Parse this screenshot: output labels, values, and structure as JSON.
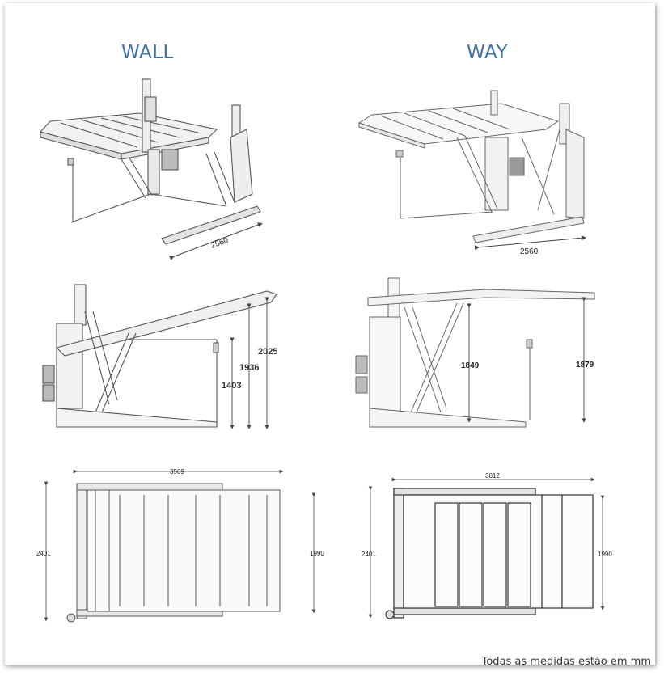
{
  "titles": {
    "wall": "WALL",
    "way": "WAY"
  },
  "wall": {
    "iso_width": "2560",
    "side_heights": [
      "2025",
      "1936",
      "1403"
    ],
    "top_length": "3569",
    "top_width": "2401",
    "top_platform": "1990"
  },
  "way": {
    "iso_width": "2560",
    "side_heights": [
      "1849",
      "1879"
    ],
    "top_length": "3612",
    "top_width": "2401",
    "top_platform": "1990"
  },
  "footnote": "Todas as medidas estão em mm"
}
